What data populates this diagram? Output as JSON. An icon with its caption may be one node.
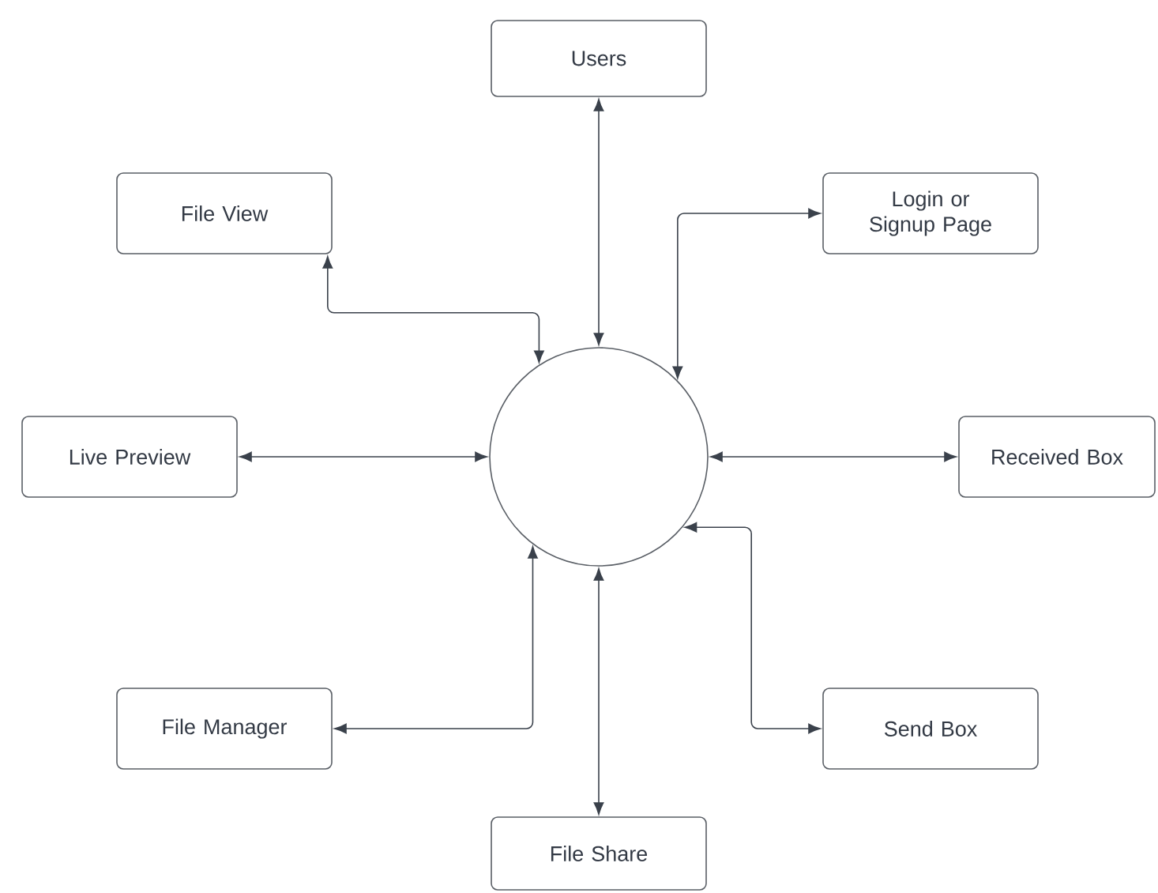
{
  "diagram": {
    "nodes": [
      {
        "text": [
          "Users"
        ]
      },
      {
        "text": [
          "File View"
        ]
      },
      {
        "text": [
          "Login or Signup Page"
        ]
      },
      {
        "text": [
          "Live Preview"
        ]
      },
      {
        "text": [],
        "shape": "circle"
      },
      {
        "text": [
          "Received Box"
        ]
      },
      {
        "text": [
          "File Manager"
        ]
      },
      {
        "text": [
          "Send Box"
        ]
      },
      {
        "text": [
          "File Share"
        ]
      }
    ],
    "edges": [
      {
        "from": 0,
        "to": 4,
        "arrow": "both"
      },
      {
        "from": 1,
        "to": 4,
        "arrow": "both"
      },
      {
        "from": 2,
        "to": 4,
        "arrow": "both"
      },
      {
        "from": 3,
        "to": 4,
        "arrow": "both"
      },
      {
        "from": 4,
        "to": 5,
        "arrow": "both"
      },
      {
        "from": 6,
        "to": 4,
        "arrow": "both"
      },
      {
        "from": 7,
        "to": 4,
        "arrow": "both"
      },
      {
        "from": 4,
        "to": 8,
        "arrow": "both"
      }
    ]
  }
}
